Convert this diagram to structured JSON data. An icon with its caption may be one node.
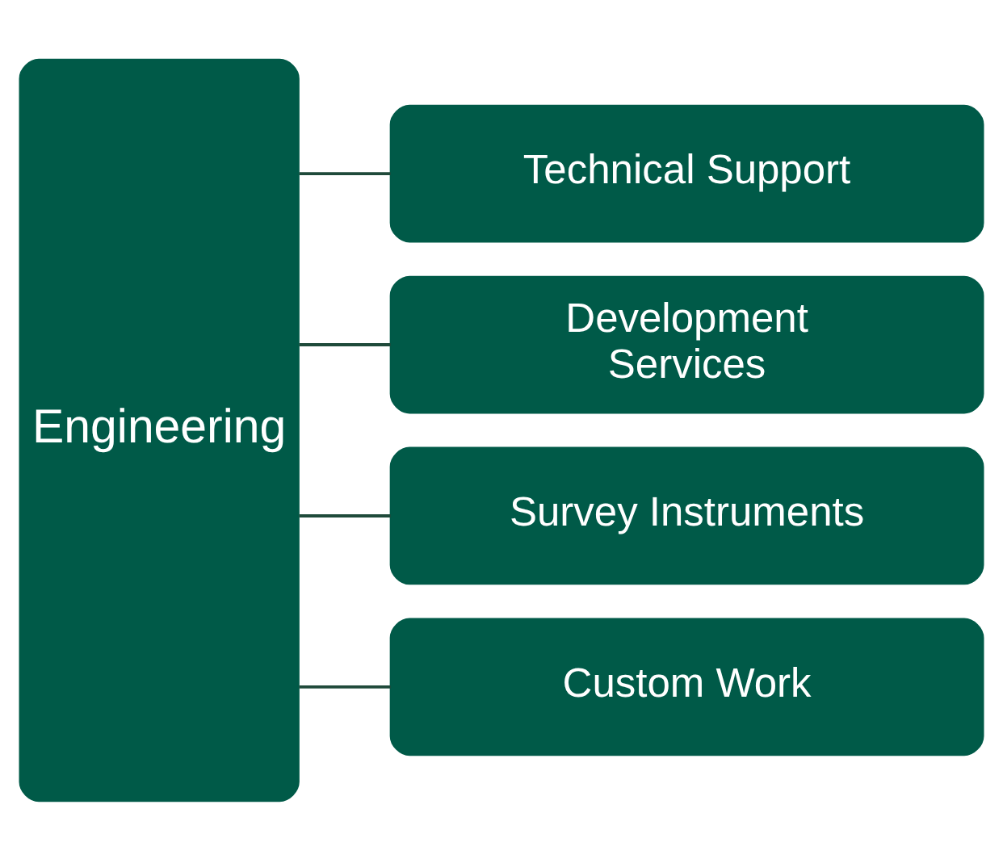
{
  "diagram": {
    "nodes": [
      {
        "text": [
          "Engineering"
        ]
      },
      {
        "text": [
          "Technical Support"
        ]
      },
      {
        "text": [
          "Development Services"
        ]
      },
      {
        "text": [
          "Survey Instruments"
        ]
      },
      {
        "text": [
          "Custom Work"
        ]
      }
    ],
    "edges": [
      {
        "from": 0,
        "to": 1,
        "arrow": "none"
      },
      {
        "from": 0,
        "to": 2,
        "arrow": "none"
      },
      {
        "from": 0,
        "to": 3,
        "arrow": "none"
      },
      {
        "from": 0,
        "to": 4,
        "arrow": "none"
      }
    ]
  }
}
